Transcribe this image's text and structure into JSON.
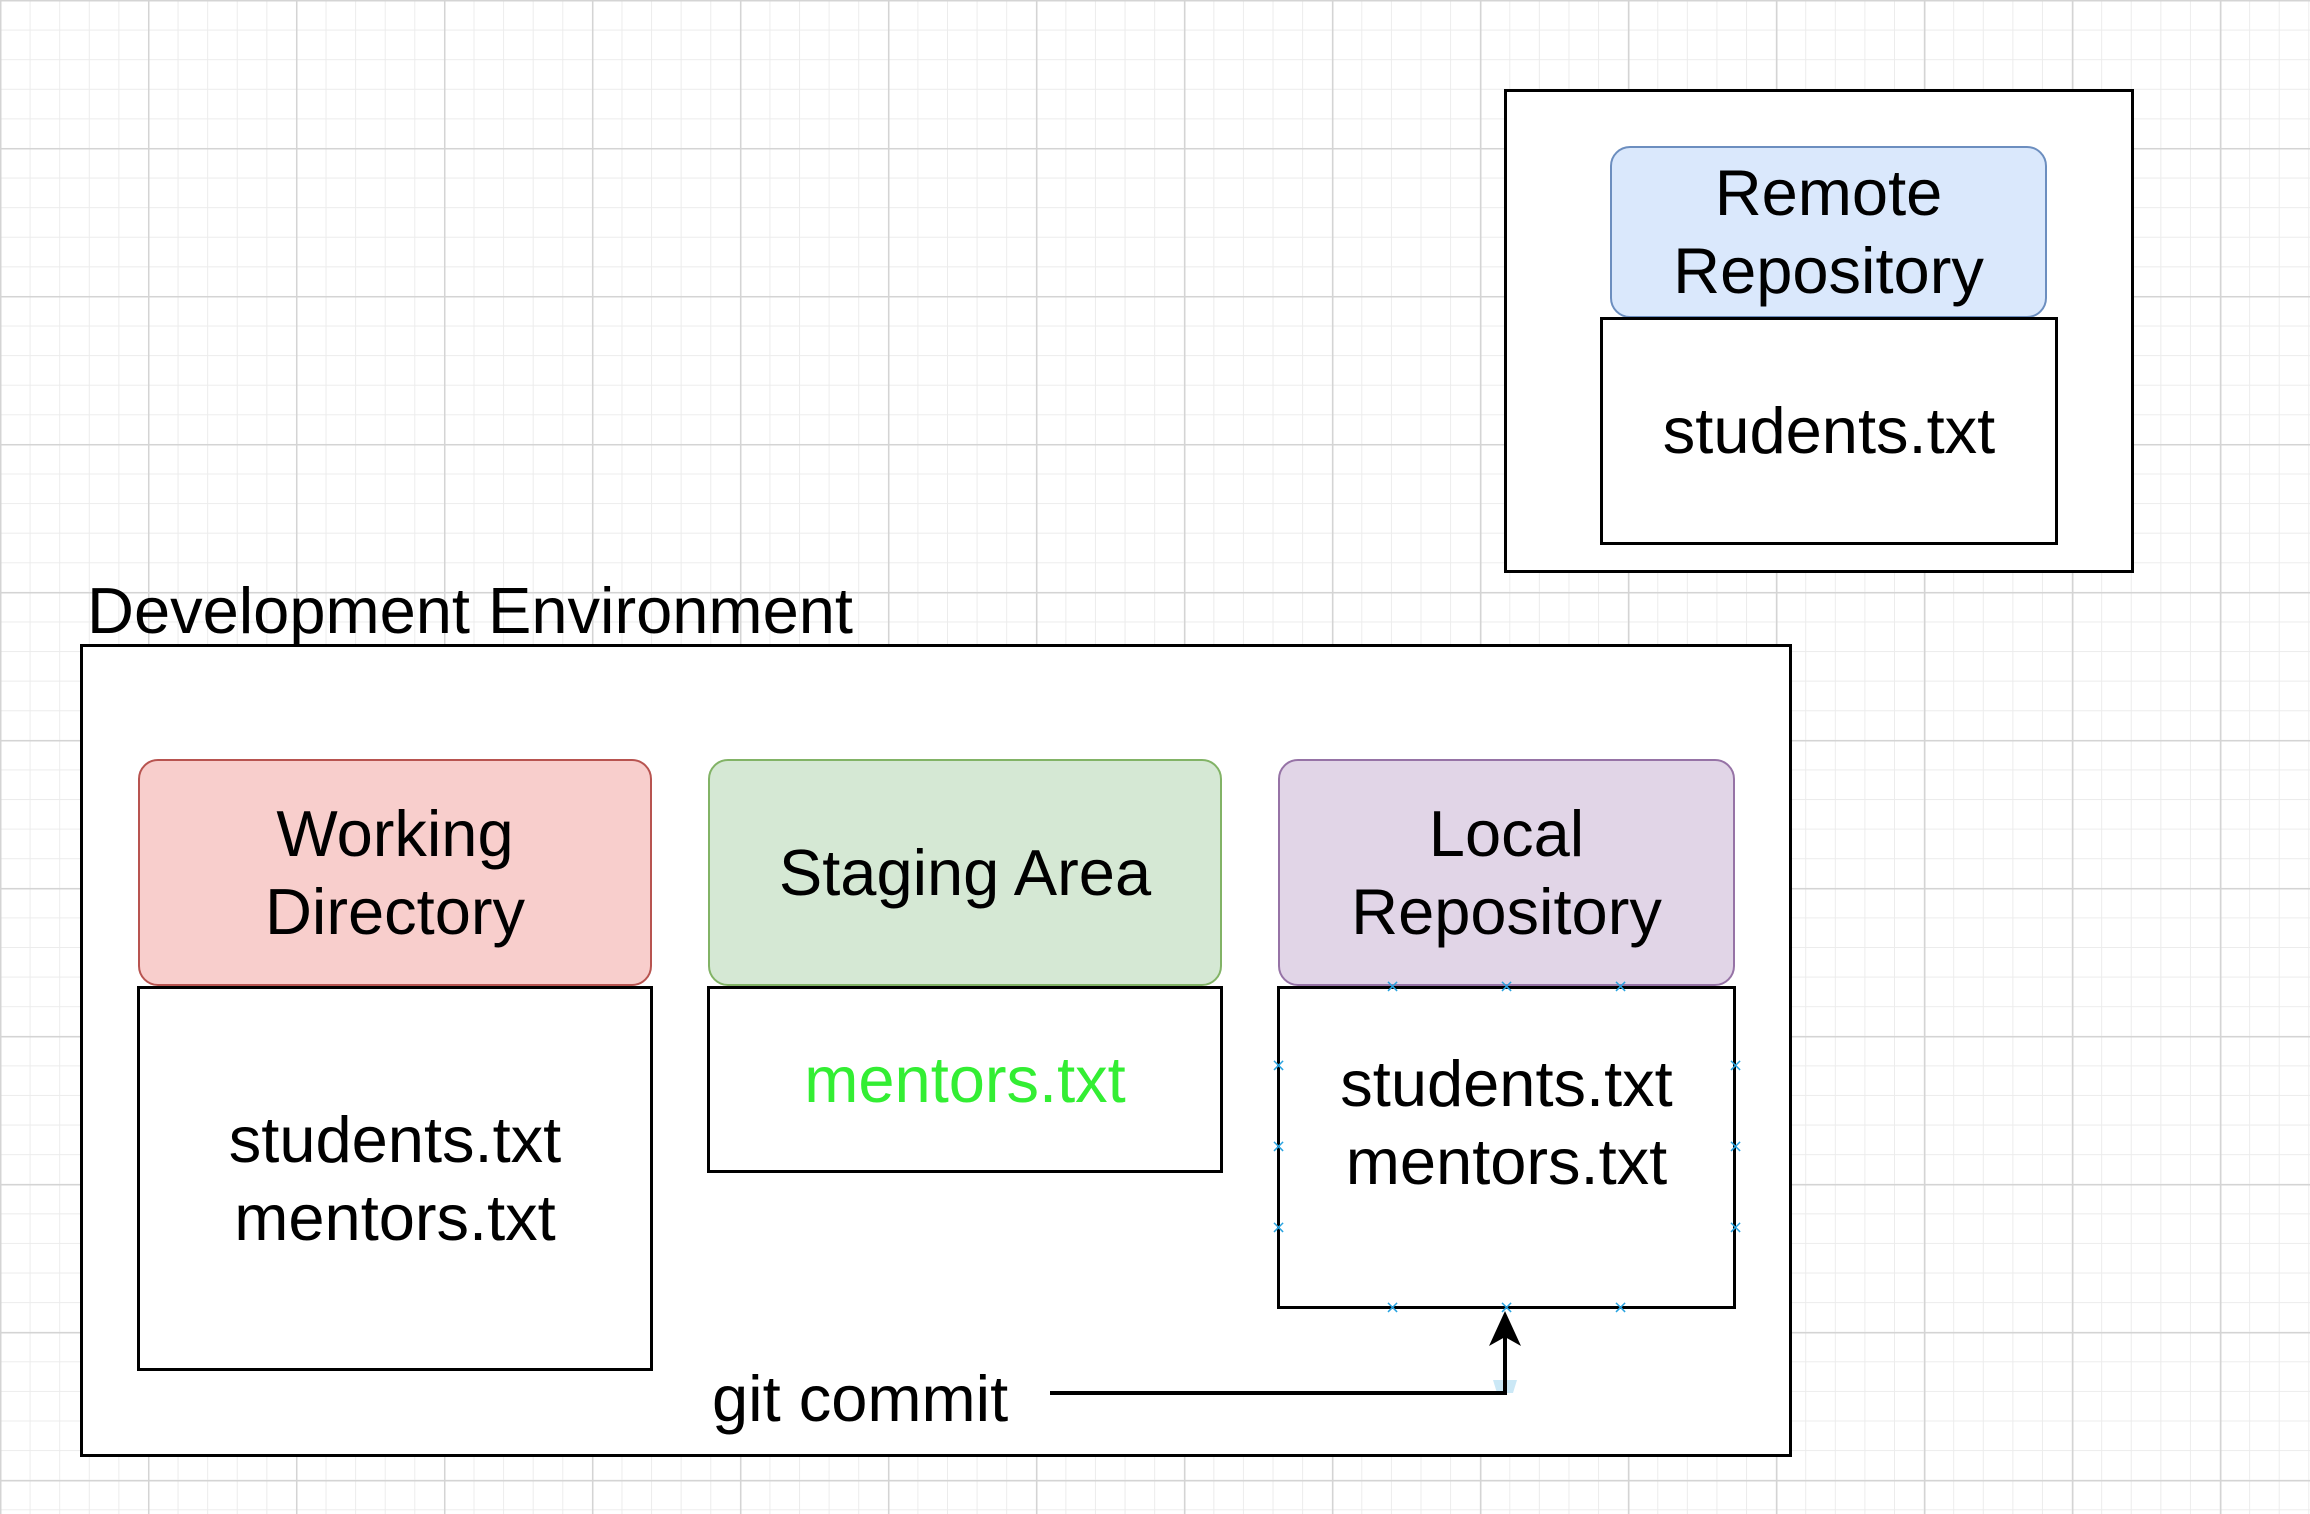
{
  "remote_header": "Remote Repository",
  "remote_files": [
    "students.txt"
  ],
  "dev_env_title": "Development Environment",
  "working_header": "Working Directory",
  "working_files": [
    "students.txt",
    "mentors.txt"
  ],
  "staging_header": "Staging Area",
  "staging_files": [
    "mentors.txt"
  ],
  "local_header": "Local Repository",
  "local_files": [
    "students.txt",
    "mentors.txt"
  ],
  "command_label": "git commit",
  "colors": {
    "remote_fill": "#dae8fc",
    "remote_stroke": "#6c8ebf",
    "working_fill": "#f8cecc",
    "working_stroke": "#b85450",
    "staging_fill": "#d5e8d4",
    "staging_stroke": "#82b366",
    "local_fill": "#e1d5e7",
    "local_stroke": "#9673a6",
    "staged_file_text": "#33ee33",
    "selection_handle": "#29a3e0"
  },
  "handle_icon": "x-mark-icon"
}
